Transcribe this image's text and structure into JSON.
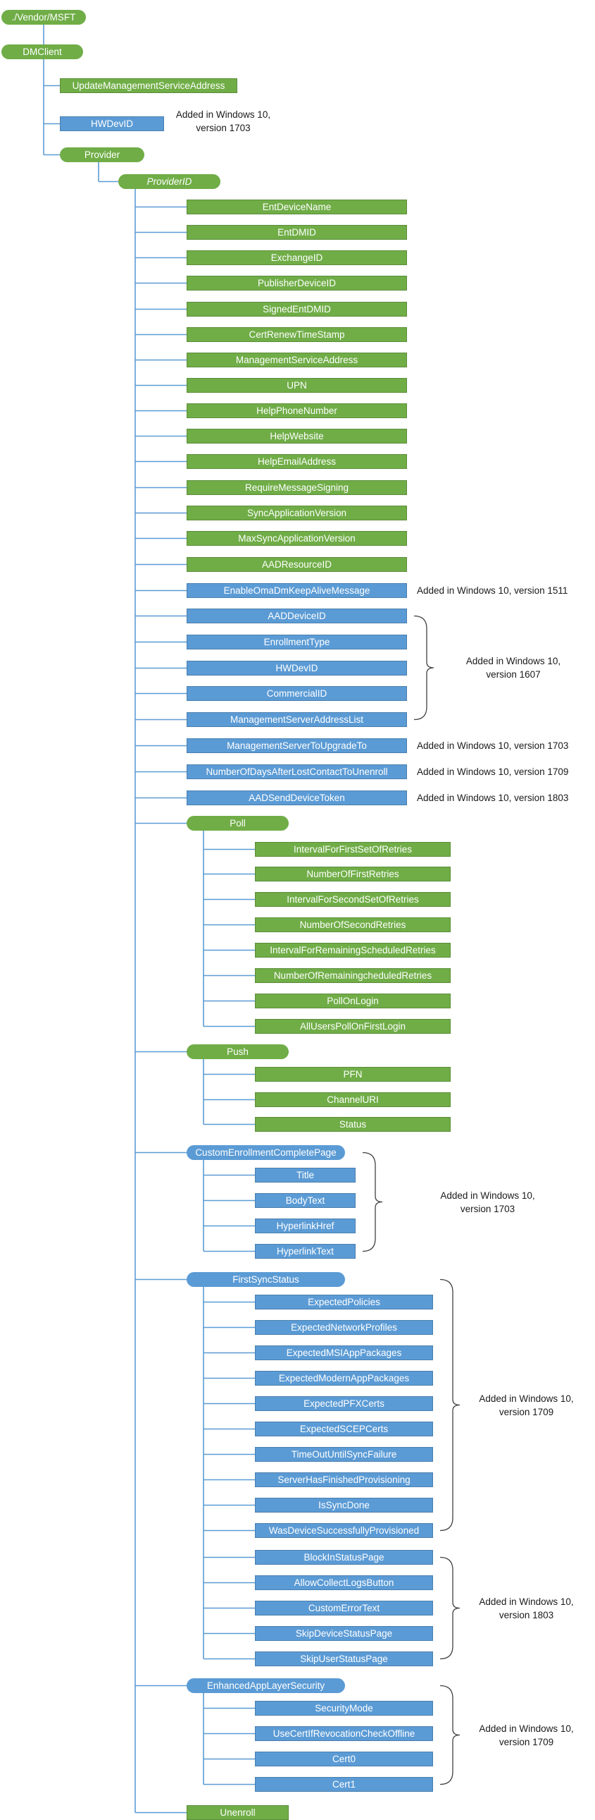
{
  "colors": {
    "green": "#70ad47",
    "blue": "#5b9bd5",
    "line": "#5b9bd5",
    "brace": "#404040"
  },
  "nodes": [
    {
      "id": "n0",
      "label": "./Vendor/MSFT",
      "shape": "pill",
      "color": "green",
      "level": 0
    },
    {
      "id": "n1",
      "label": "DMClient",
      "shape": "pill",
      "color": "green",
      "level": 0
    },
    {
      "id": "n2",
      "label": "UpdateManagementServiceAddress",
      "shape": "rect",
      "color": "green",
      "level": 1
    },
    {
      "id": "n3",
      "label": "HWDevID",
      "shape": "rect",
      "color": "blue",
      "level": 1
    },
    {
      "id": "n4",
      "label": "Provider",
      "shape": "pill",
      "color": "green",
      "level": 1
    },
    {
      "id": "n5",
      "label": "ProviderID",
      "shape": "pill",
      "color": "green",
      "level": 2,
      "italic": true
    },
    {
      "id": "n6",
      "label": "EntDeviceName",
      "shape": "rect",
      "color": "green",
      "level": 3
    },
    {
      "id": "n7",
      "label": "EntDMID",
      "shape": "rect",
      "color": "green",
      "level": 3
    },
    {
      "id": "n8",
      "label": "ExchangeID",
      "shape": "rect",
      "color": "green",
      "level": 3
    },
    {
      "id": "n9",
      "label": "PublisherDeviceID",
      "shape": "rect",
      "color": "green",
      "level": 3
    },
    {
      "id": "n10",
      "label": "SignedEntDMID",
      "shape": "rect",
      "color": "green",
      "level": 3
    },
    {
      "id": "n11",
      "label": "CertRenewTimeStamp",
      "shape": "rect",
      "color": "green",
      "level": 3
    },
    {
      "id": "n12",
      "label": "ManagementServiceAddress",
      "shape": "rect",
      "color": "green",
      "level": 3
    },
    {
      "id": "n13",
      "label": "UPN",
      "shape": "rect",
      "color": "green",
      "level": 3
    },
    {
      "id": "n14",
      "label": "HelpPhoneNumber",
      "shape": "rect",
      "color": "green",
      "level": 3
    },
    {
      "id": "n15",
      "label": "HelpWebsite",
      "shape": "rect",
      "color": "green",
      "level": 3
    },
    {
      "id": "n16",
      "label": "HelpEmailAddress",
      "shape": "rect",
      "color": "green",
      "level": 3
    },
    {
      "id": "n17",
      "label": "RequireMessageSigning",
      "shape": "rect",
      "color": "green",
      "level": 3
    },
    {
      "id": "n18",
      "label": "SyncApplicationVersion",
      "shape": "rect",
      "color": "green",
      "level": 3
    },
    {
      "id": "n19",
      "label": "MaxSyncApplicationVersion",
      "shape": "rect",
      "color": "green",
      "level": 3
    },
    {
      "id": "n20",
      "label": "AADResourceID",
      "shape": "rect",
      "color": "green",
      "level": 3
    },
    {
      "id": "n21",
      "label": "EnableOmaDmKeepAliveMessage",
      "shape": "rect",
      "color": "blue",
      "level": 3
    },
    {
      "id": "n22",
      "label": "AADDeviceID",
      "shape": "rect",
      "color": "blue",
      "level": 3
    },
    {
      "id": "n23",
      "label": "EnrollmentType",
      "shape": "rect",
      "color": "blue",
      "level": 3
    },
    {
      "id": "n24",
      "label": "HWDevID",
      "shape": "rect",
      "color": "blue",
      "level": 3
    },
    {
      "id": "n25",
      "label": "CommercialID",
      "shape": "rect",
      "color": "blue",
      "level": 3
    },
    {
      "id": "n26",
      "label": "ManagementServerAddressList",
      "shape": "rect",
      "color": "blue",
      "level": 3
    },
    {
      "id": "n27",
      "label": "ManagementServerToUpgradeTo",
      "shape": "rect",
      "color": "blue",
      "level": 3
    },
    {
      "id": "n28",
      "label": "NumberOfDaysAfterLostContactToUnenroll",
      "shape": "rect",
      "color": "blue",
      "level": 3
    },
    {
      "id": "n29",
      "label": "AADSendDeviceToken",
      "shape": "rect",
      "color": "blue",
      "level": 3
    },
    {
      "id": "n30",
      "label": "Poll",
      "shape": "pill",
      "color": "green",
      "level": 3
    },
    {
      "id": "n31",
      "label": "IntervalForFirstSetOfRetries",
      "shape": "rect",
      "color": "green",
      "level": 4
    },
    {
      "id": "n32",
      "label": "NumberOfFirstRetries",
      "shape": "rect",
      "color": "green",
      "level": 4
    },
    {
      "id": "n33",
      "label": "IntervalForSecondSetOfRetries",
      "shape": "rect",
      "color": "green",
      "level": 4
    },
    {
      "id": "n34",
      "label": "NumberOfSecondRetries",
      "shape": "rect",
      "color": "green",
      "level": 4
    },
    {
      "id": "n35",
      "label": "IntervalForRemainingScheduledRetries",
      "shape": "rect",
      "color": "green",
      "level": 4
    },
    {
      "id": "n36",
      "label": "NumberOfRemainingcheduledRetries",
      "shape": "rect",
      "color": "green",
      "level": 4
    },
    {
      "id": "n37",
      "label": "PollOnLogin",
      "shape": "rect",
      "color": "green",
      "level": 4
    },
    {
      "id": "n38",
      "label": "AllUsersPollOnFirstLogin",
      "shape": "rect",
      "color": "green",
      "level": 4
    },
    {
      "id": "n39",
      "label": "Push",
      "shape": "pill",
      "color": "green",
      "level": 3
    },
    {
      "id": "n40",
      "label": "PFN",
      "shape": "rect",
      "color": "green",
      "level": 4
    },
    {
      "id": "n41",
      "label": "ChannelURI",
      "shape": "rect",
      "color": "green",
      "level": 4
    },
    {
      "id": "n42",
      "label": "Status",
      "shape": "rect",
      "color": "green",
      "level": 4
    },
    {
      "id": "n43",
      "label": "CustomEnrollmentCompletePage",
      "shape": "pill",
      "color": "blue",
      "level": 3
    },
    {
      "id": "n44",
      "label": "Title",
      "shape": "rect",
      "color": "blue",
      "level": 4
    },
    {
      "id": "n45",
      "label": "BodyText",
      "shape": "rect",
      "color": "blue",
      "level": 4
    },
    {
      "id": "n46",
      "label": "HyperlinkHref",
      "shape": "rect",
      "color": "blue",
      "level": 4
    },
    {
      "id": "n47",
      "label": "HyperlinkText",
      "shape": "rect",
      "color": "blue",
      "level": 4
    },
    {
      "id": "n48",
      "label": "FirstSyncStatus",
      "shape": "pill",
      "color": "blue",
      "level": 3
    },
    {
      "id": "n49",
      "label": "ExpectedPolicies",
      "shape": "rect",
      "color": "blue",
      "level": 4
    },
    {
      "id": "n50",
      "label": "ExpectedNetworkProfiles",
      "shape": "rect",
      "color": "blue",
      "level": 4
    },
    {
      "id": "n51",
      "label": "ExpectedMSIAppPackages",
      "shape": "rect",
      "color": "blue",
      "level": 4
    },
    {
      "id": "n52",
      "label": "ExpectedModernAppPackages",
      "shape": "rect",
      "color": "blue",
      "level": 4
    },
    {
      "id": "n53",
      "label": "ExpectedPFXCerts",
      "shape": "rect",
      "color": "blue",
      "level": 4
    },
    {
      "id": "n54",
      "label": "ExpectedSCEPCerts",
      "shape": "rect",
      "color": "blue",
      "level": 4
    },
    {
      "id": "n55",
      "label": "TimeOutUntilSyncFailure",
      "shape": "rect",
      "color": "blue",
      "level": 4
    },
    {
      "id": "n56",
      "label": "ServerHasFinishedProvisioning",
      "shape": "rect",
      "color": "blue",
      "level": 4
    },
    {
      "id": "n57",
      "label": "IsSyncDone",
      "shape": "rect",
      "color": "blue",
      "level": 4
    },
    {
      "id": "n58",
      "label": "WasDeviceSuccessfullyProvisioned",
      "shape": "rect",
      "color": "blue",
      "level": 4
    },
    {
      "id": "n59",
      "label": "BlockInStatusPage",
      "shape": "rect",
      "color": "blue",
      "level": 4
    },
    {
      "id": "n60",
      "label": "AllowCollectLogsButton",
      "shape": "rect",
      "color": "blue",
      "level": 4
    },
    {
      "id": "n61",
      "label": "CustomErrorText",
      "shape": "rect",
      "color": "blue",
      "level": 4
    },
    {
      "id": "n62",
      "label": "SkipDeviceStatusPage",
      "shape": "rect",
      "color": "blue",
      "level": 4
    },
    {
      "id": "n63",
      "label": "SkipUserStatusPage",
      "shape": "rect",
      "color": "blue",
      "level": 4
    },
    {
      "id": "n64",
      "label": "EnhancedAppLayerSecurity",
      "shape": "pill",
      "color": "blue",
      "level": 3
    },
    {
      "id": "n65",
      "label": "SecurityMode",
      "shape": "rect",
      "color": "blue",
      "level": 4
    },
    {
      "id": "n66",
      "label": "UseCertIfRevocationCheckOffline",
      "shape": "rect",
      "color": "blue",
      "level": 4
    },
    {
      "id": "n67",
      "label": "Cert0",
      "shape": "rect",
      "color": "blue",
      "level": 4
    },
    {
      "id": "n68",
      "label": "Cert1",
      "shape": "rect",
      "color": "blue",
      "level": 4
    },
    {
      "id": "n69",
      "label": "Unenroll",
      "shape": "rect",
      "color": "green",
      "level": 3
    }
  ],
  "edges": [
    [
      "n0",
      "n1"
    ],
    [
      "n1",
      "n2"
    ],
    [
      "n1",
      "n3"
    ],
    [
      "n1",
      "n4"
    ],
    [
      "n4",
      "n5"
    ],
    [
      "n5",
      "n6"
    ],
    [
      "n5",
      "n7"
    ],
    [
      "n5",
      "n8"
    ],
    [
      "n5",
      "n9"
    ],
    [
      "n5",
      "n10"
    ],
    [
      "n5",
      "n11"
    ],
    [
      "n5",
      "n12"
    ],
    [
      "n5",
      "n13"
    ],
    [
      "n5",
      "n14"
    ],
    [
      "n5",
      "n15"
    ],
    [
      "n5",
      "n16"
    ],
    [
      "n5",
      "n17"
    ],
    [
      "n5",
      "n18"
    ],
    [
      "n5",
      "n19"
    ],
    [
      "n5",
      "n20"
    ],
    [
      "n5",
      "n21"
    ],
    [
      "n5",
      "n22"
    ],
    [
      "n5",
      "n23"
    ],
    [
      "n5",
      "n24"
    ],
    [
      "n5",
      "n25"
    ],
    [
      "n5",
      "n26"
    ],
    [
      "n5",
      "n27"
    ],
    [
      "n5",
      "n28"
    ],
    [
      "n5",
      "n29"
    ],
    [
      "n5",
      "n30"
    ],
    [
      "n5",
      "n39"
    ],
    [
      "n5",
      "n43"
    ],
    [
      "n5",
      "n48"
    ],
    [
      "n5",
      "n64"
    ],
    [
      "n5",
      "n69"
    ],
    [
      "n30",
      "n31"
    ],
    [
      "n30",
      "n32"
    ],
    [
      "n30",
      "n33"
    ],
    [
      "n30",
      "n34"
    ],
    [
      "n30",
      "n35"
    ],
    [
      "n30",
      "n36"
    ],
    [
      "n30",
      "n37"
    ],
    [
      "n30",
      "n38"
    ],
    [
      "n39",
      "n40"
    ],
    [
      "n39",
      "n41"
    ],
    [
      "n39",
      "n42"
    ],
    [
      "n43",
      "n44"
    ],
    [
      "n43",
      "n45"
    ],
    [
      "n43",
      "n46"
    ],
    [
      "n43",
      "n47"
    ],
    [
      "n48",
      "n49"
    ],
    [
      "n48",
      "n50"
    ],
    [
      "n48",
      "n51"
    ],
    [
      "n48",
      "n52"
    ],
    [
      "n48",
      "n53"
    ],
    [
      "n48",
      "n54"
    ],
    [
      "n48",
      "n55"
    ],
    [
      "n48",
      "n56"
    ],
    [
      "n48",
      "n57"
    ],
    [
      "n48",
      "n58"
    ],
    [
      "n48",
      "n59"
    ],
    [
      "n48",
      "n60"
    ],
    [
      "n48",
      "n61"
    ],
    [
      "n48",
      "n62"
    ],
    [
      "n48",
      "n63"
    ],
    [
      "n64",
      "n65"
    ],
    [
      "n64",
      "n66"
    ],
    [
      "n64",
      "n67"
    ],
    [
      "n64",
      "n68"
    ]
  ],
  "annotations": [
    {
      "id": "a0",
      "text": "Added in Windows 10,\nversion 1703",
      "target": "n3"
    },
    {
      "id": "a1",
      "text": "Added in Windows 10, version 1511",
      "target": "n21"
    },
    {
      "id": "a2",
      "text": "Added in Windows 10,\nversion 1607",
      "from": "n22",
      "to": "n26",
      "brace": true
    },
    {
      "id": "a3",
      "text": "Added in Windows 10, version 1703",
      "target": "n27"
    },
    {
      "id": "a4",
      "text": "Added in Windows 10, version 1709",
      "target": "n28"
    },
    {
      "id": "a5",
      "text": "Added in Windows 10, version 1803",
      "target": "n29"
    },
    {
      "id": "a6",
      "text": "Added in Windows 10,\nversion 1703",
      "from": "n43",
      "to": "n47",
      "brace": true
    },
    {
      "id": "a7",
      "text": "Added in Windows 10,\nversion 1709",
      "from": "n48",
      "to": "n58",
      "brace": true
    },
    {
      "id": "a8",
      "text": "Added in Windows 10,\nversion 1803",
      "from": "n59",
      "to": "n63",
      "brace": true
    },
    {
      "id": "a9",
      "text": "Added in Windows 10,\nversion 1709",
      "from": "n64",
      "to": "n68",
      "brace": true
    }
  ]
}
